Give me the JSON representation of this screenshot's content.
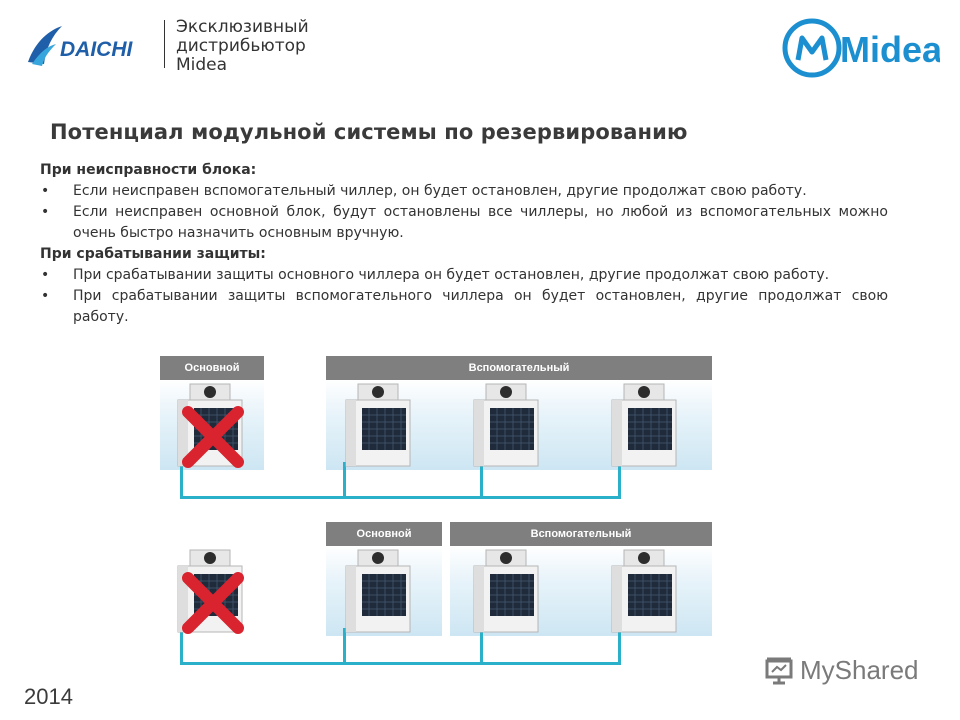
{
  "header": {
    "daichi_logo_text": "DAICHI",
    "distributor_lines": [
      "Эксклюзивный",
      "дистрибьютор",
      "Midea"
    ],
    "midea_logo_text": "Midea"
  },
  "title": "Потенциал модульной системы по резервированию",
  "sections": [
    {
      "heading": "При неисправности блока:",
      "bullets": [
        "Если неисправен вспомогательный чиллер, он будет остановлен, другие продолжат свою работу.",
        "Если неисправен основной блок, будут остановлены все чиллеры, но любой из вспомогательных можно очень быстро назначить основным вручную."
      ]
    },
    {
      "heading": "При срабатывании защиты:",
      "bullets": [
        "При срабатывании защиты основного чиллера он будет остановлен, другие продолжат свою работу.",
        "При срабатывании защиты вспомогательного чиллера он будет остановлен, другие продолжат свою работу."
      ]
    }
  ],
  "diagram": {
    "top_labels": {
      "main": "Основной",
      "aux": "Вспомогательный"
    },
    "bottom_labels": {
      "main": "Основной",
      "aux": "Вспомогательный"
    }
  },
  "footer": {
    "year": "2014",
    "watermark": "MyShared"
  },
  "colors": {
    "label_bar": "#7f7f7f",
    "pipe": "#2bb0c9",
    "fail_mark": "#d9232e",
    "daichi_blue": "#1f5ea8",
    "midea_blue": "#1b8fd0"
  }
}
